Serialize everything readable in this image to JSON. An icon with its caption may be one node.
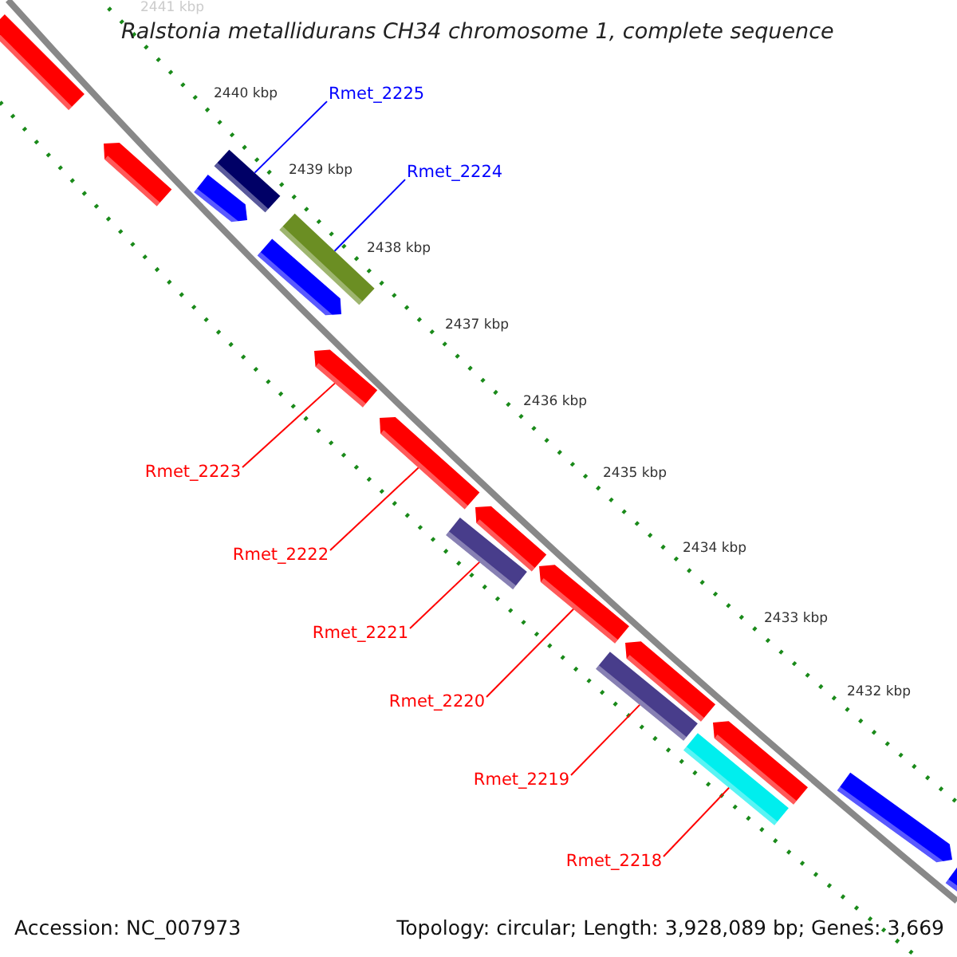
{
  "diagram": {
    "title": "Ralstonia metallidurans CH34 chromosome 1, complete sequence",
    "nodes": [
      {
        "text": [],
        "shape": "bar"
      },
      {
        "text": [],
        "shape": "bar"
      },
      {
        "text": [],
        "shape": "bar"
      },
      {
        "text": [],
        "shape": "bar"
      },
      {
        "text": [],
        "shape": "bar"
      },
      {
        "text": [],
        "shape": "bar"
      },
      {
        "text": [],
        "shape": "bar"
      },
      {
        "text": [],
        "shape": "bar"
      },
      {
        "text": [],
        "shape": "bar"
      },
      {
        "text": [],
        "shape": "bar"
      },
      {
        "text": [],
        "shape": "bar"
      },
      {
        "text": [],
        "shape": "bar"
      },
      {
        "text": [],
        "shape": "bar"
      },
      {
        "text": [],
        "shape": "bar"
      },
      {
        "text": [],
        "shape": "bar"
      },
      {
        "text": [],
        "shape": "bar"
      },
      {
        "text": [],
        "shape": "bar"
      },
      {
        "text": [
          "Rmet_2225"
        ]
      },
      {
        "text": [
          "Rmet_2224"
        ]
      },
      {
        "text": [
          "Rmet_2223"
        ]
      },
      {
        "text": [
          "Rmet_2222"
        ]
      },
      {
        "text": [
          "Rmet_2221"
        ]
      },
      {
        "text": [
          "Rmet_2220"
        ]
      },
      {
        "text": [
          "Rmet_2219"
        ]
      },
      {
        "text": [
          "Rmet_2218"
        ]
      }
    ],
    "edges": [
      {
        "from": 17,
        "to": 3,
        "arrow": "none",
        "color": "#0000ff"
      },
      {
        "from": 18,
        "to": 5,
        "arrow": "none",
        "color": "#0000ff"
      },
      {
        "from": 19,
        "to": 6,
        "arrow": "none"
      },
      {
        "from": 20,
        "to": 7,
        "arrow": "none"
      },
      {
        "from": 21,
        "to": 9,
        "arrow": "none"
      },
      {
        "from": 22,
        "to": 10,
        "arrow": "none"
      },
      {
        "from": 23,
        "to": 11,
        "arrow": "none"
      },
      {
        "from": 24,
        "to": 13,
        "arrow": "none"
      }
    ],
    "labels": [
      "2441 kbp",
      "2440 kbp",
      "2439 kbp",
      "2438 kbp",
      "2437 kbp",
      "2436 kbp",
      "2435 kbp",
      "2434 kbp",
      "2433 kbp",
      "2432 kbp",
      "Accession: NC_007973",
      "Topology: circular; Length: 3,928,089 bp; Genes: 3,669"
    ]
  }
}
